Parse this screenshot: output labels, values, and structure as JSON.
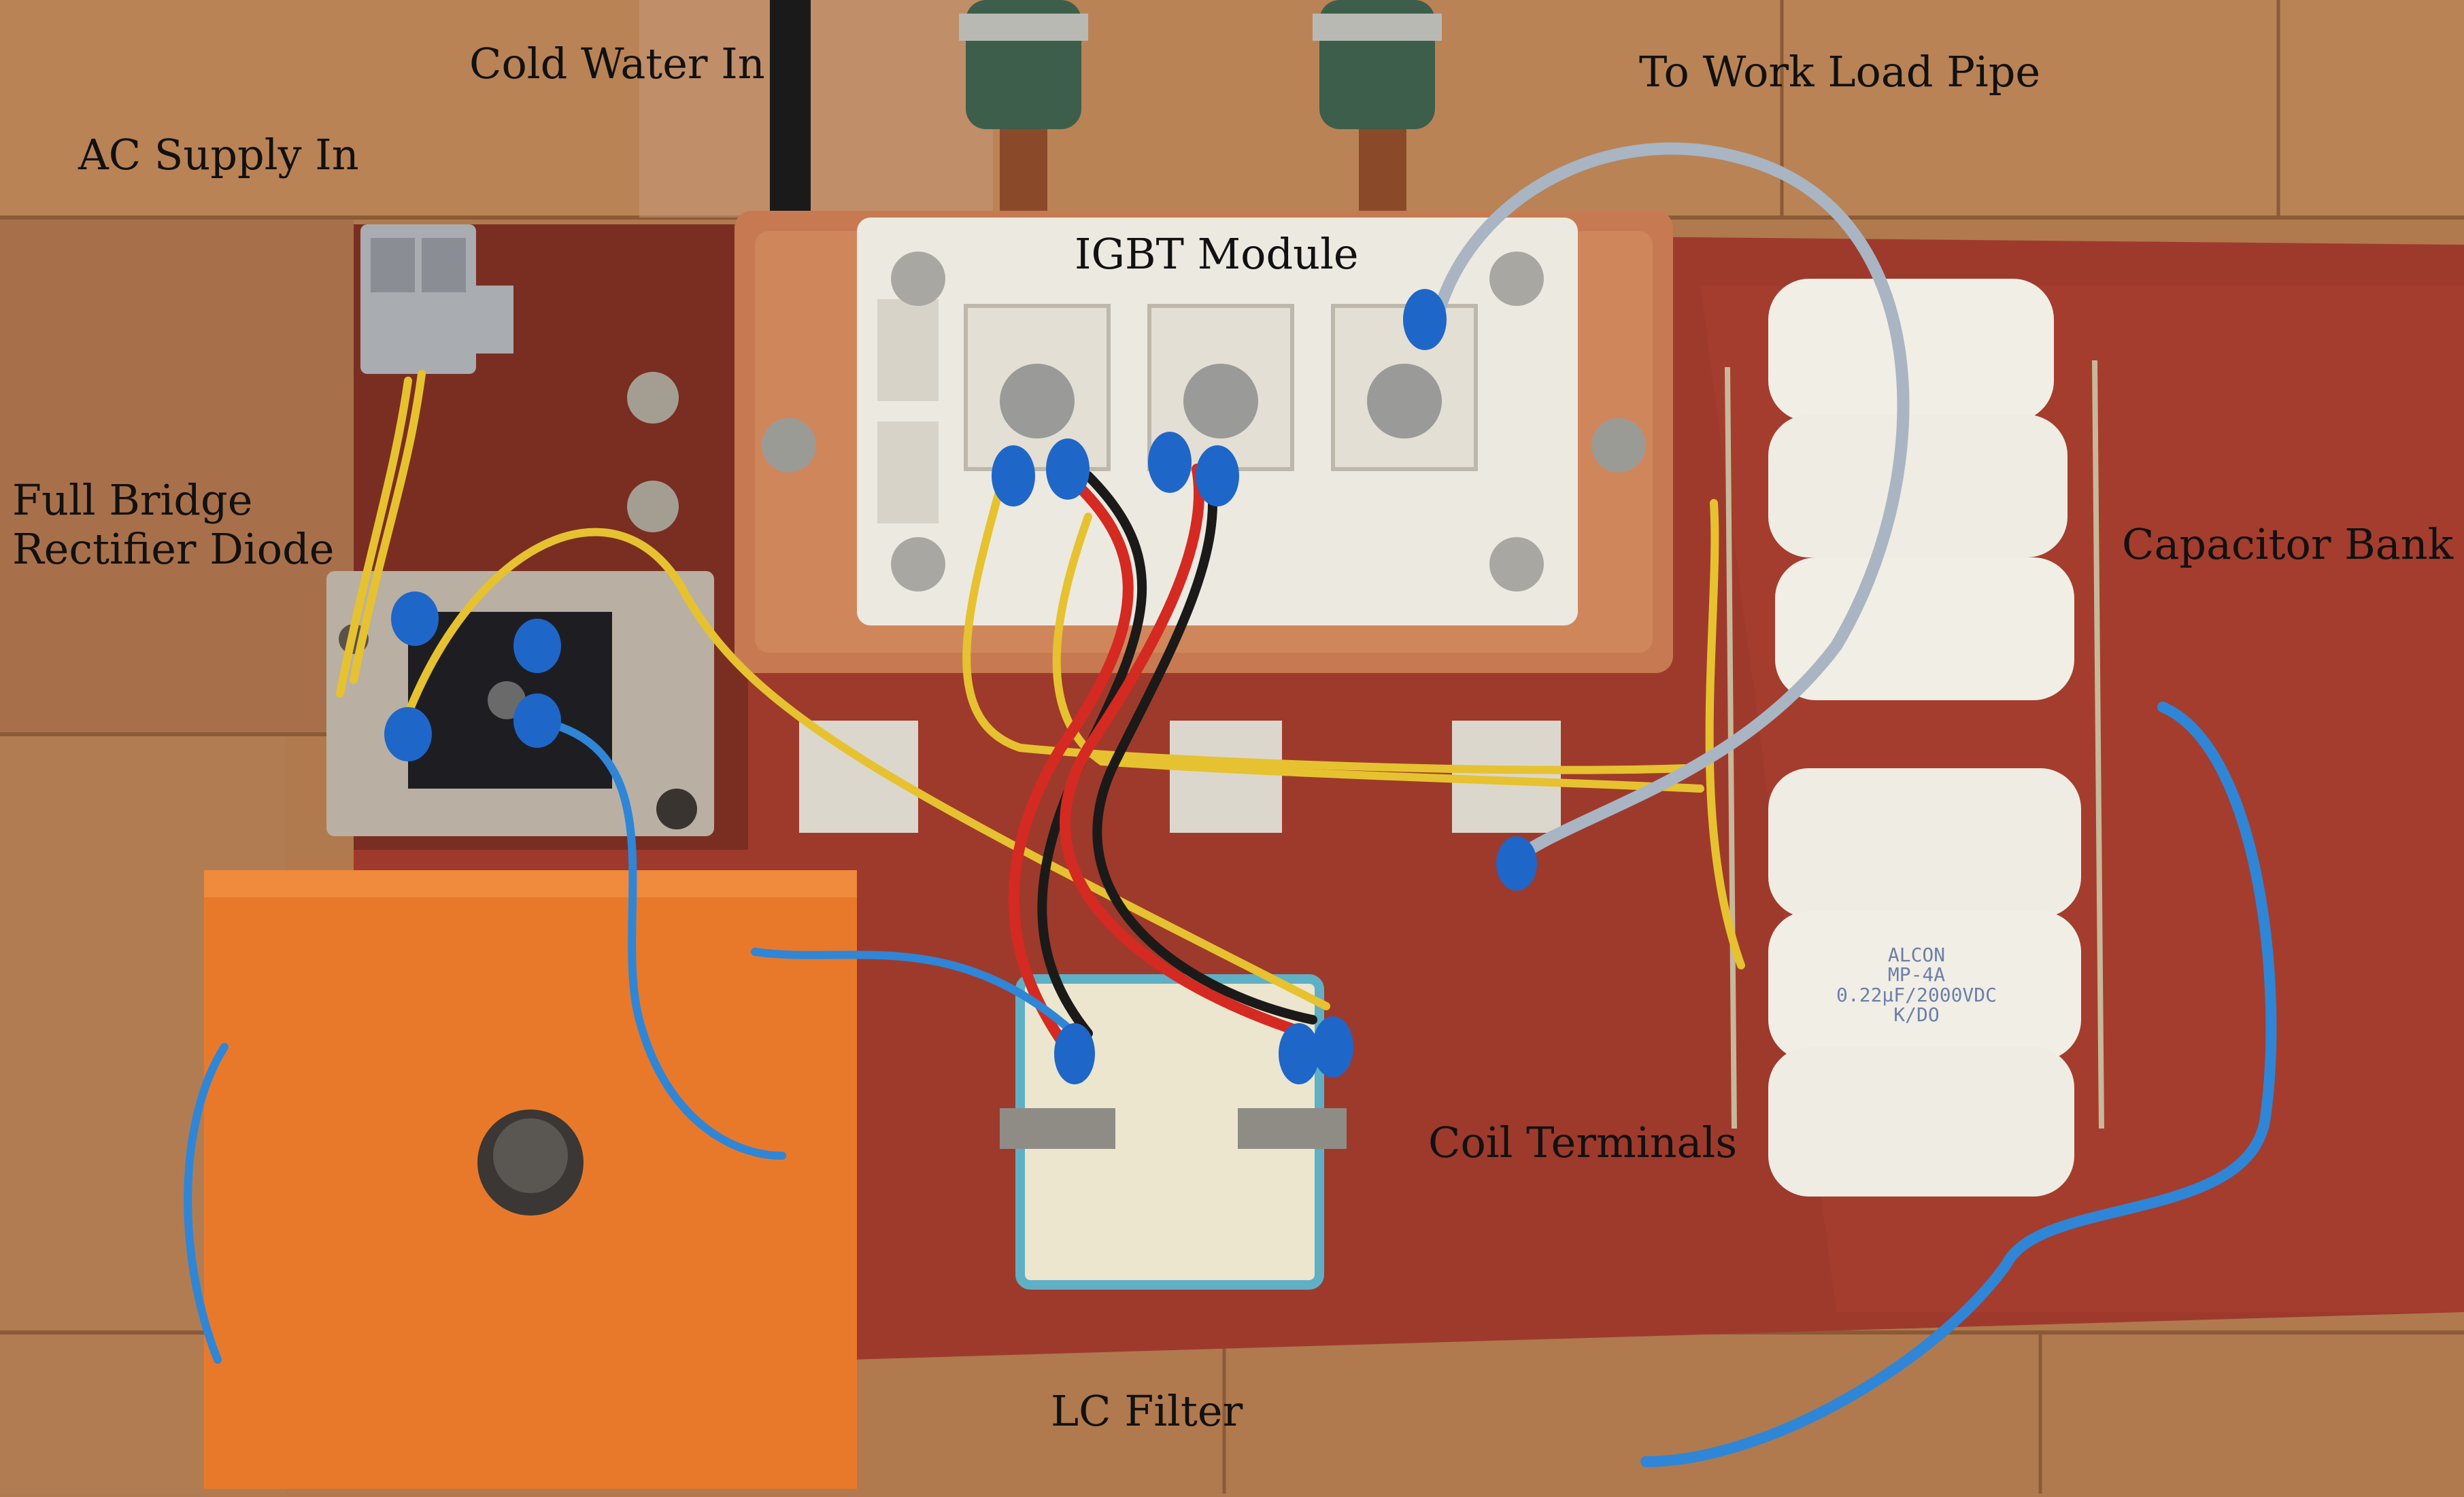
{
  "labels": {
    "ac_supply_in": "AC Supply In",
    "cold_water_in": "Cold Water In",
    "to_work_load_pipe": "To Work Load Pipe",
    "igbt_module": "IGBT Module",
    "full_bridge_line1": "Full Bridge",
    "full_bridge_line2": "Rectifier Diode",
    "capacitor_bank": "Capacitor Bank",
    "coil_terminals": "Coil Terminals",
    "lc_filter": "LC Filter"
  },
  "capacitor_text": {
    "brand": "ALCON",
    "model": "MP-4A",
    "rating": "0.22µF/2000VDC",
    "code": "K/DO"
  },
  "colors": {
    "wood_floor": "#b07a4e",
    "board_red": "#9e3a2c",
    "board_dark": "#7a2e22",
    "copper_plate": "#c77a52",
    "transformer_orange": "#e8792b",
    "module_white": "#ece9e0",
    "capacitor_white": "#f1eee6",
    "wire_yellow": "#e6c230",
    "wire_red": "#d42a22",
    "wire_black": "#1c1a18",
    "wire_blue": "#2f86d6",
    "wire_grey": "#a9b5c2",
    "terminal_blue": "#1f66c9",
    "bridge_black": "#1e1e22",
    "bracket_grey": "#b9b0a3"
  }
}
